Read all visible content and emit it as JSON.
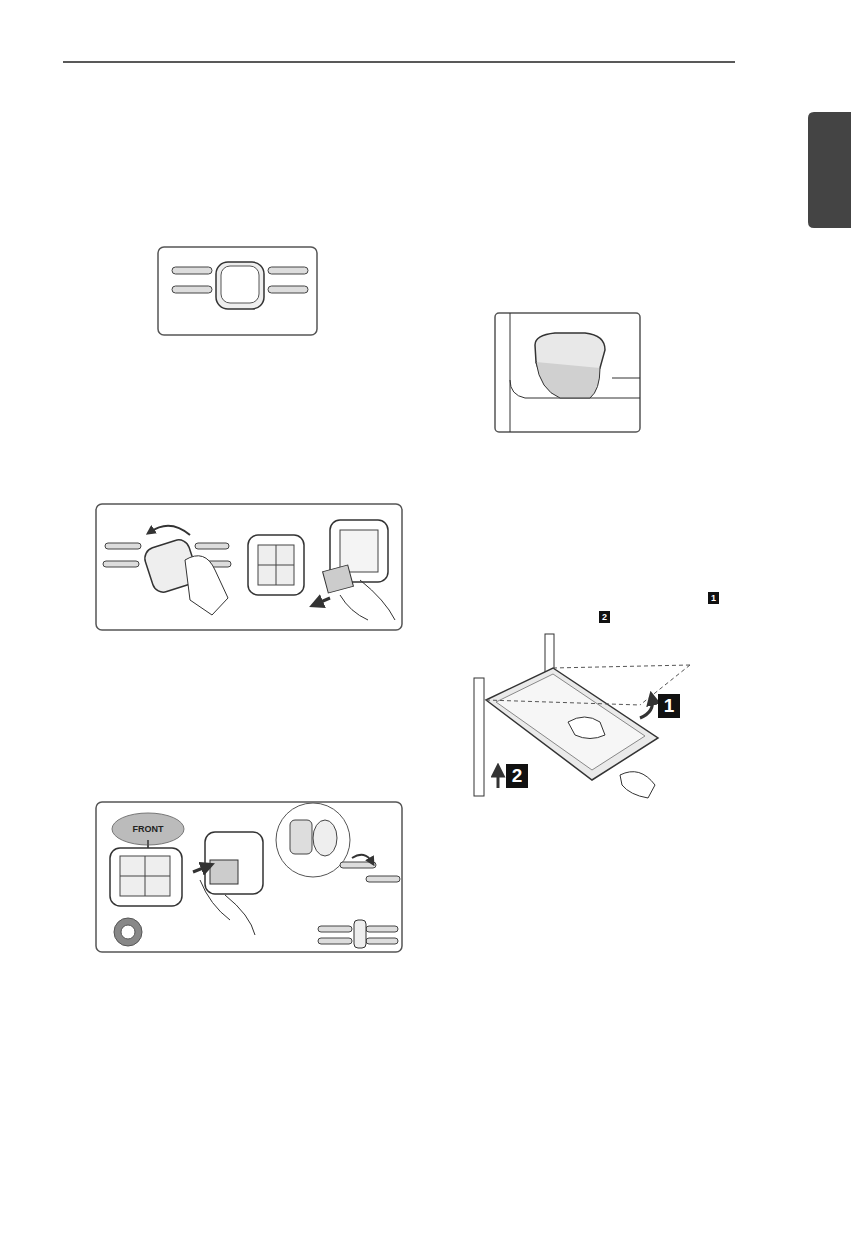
{
  "diagram": {
    "labels": [
      "1",
      "2",
      "1",
      "2",
      "FRONT"
    ]
  }
}
